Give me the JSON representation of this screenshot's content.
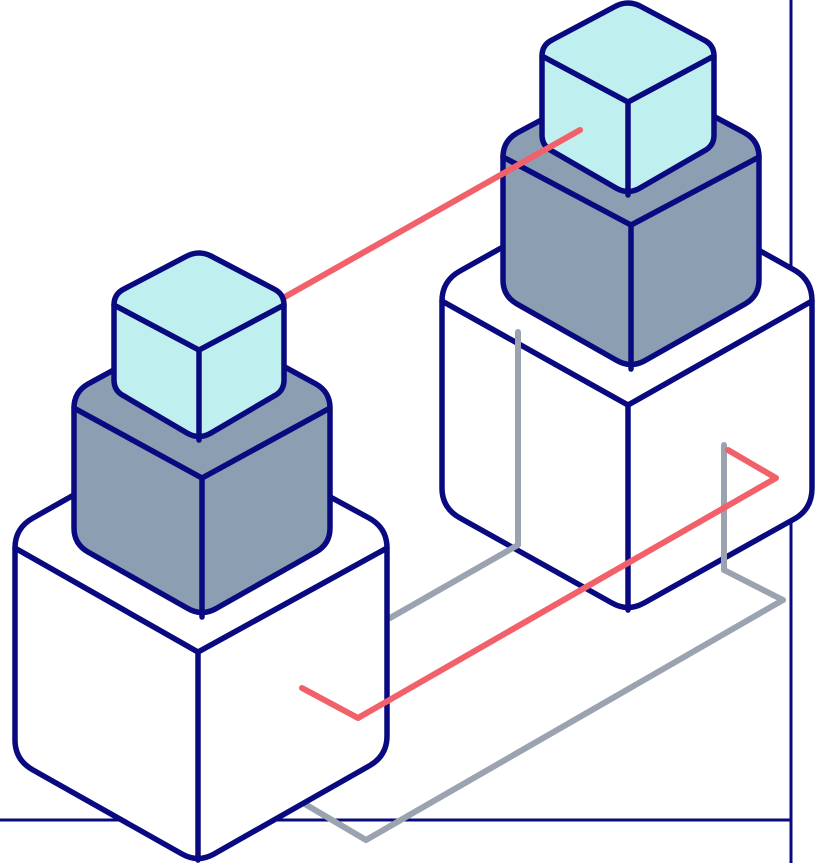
{
  "colors": {
    "background": "#ffffff",
    "outline": "#0a0a80",
    "frame_line": "#0a0a80",
    "base_fill": "#ffffff",
    "middle_fill": "#8c9eb1",
    "top_fill": "#bff0ef",
    "shadow_line": "#9aa3af",
    "connector": "#f2606a"
  },
  "scene": {
    "stacks": [
      {
        "name": "left-stack",
        "tiers": [
          "base-cube",
          "middle-cube",
          "top-cube"
        ]
      },
      {
        "name": "right-stack",
        "tiers": [
          "base-cube",
          "middle-cube",
          "top-cube"
        ]
      }
    ],
    "connectors": [
      "top-connector",
      "base-connector"
    ]
  }
}
